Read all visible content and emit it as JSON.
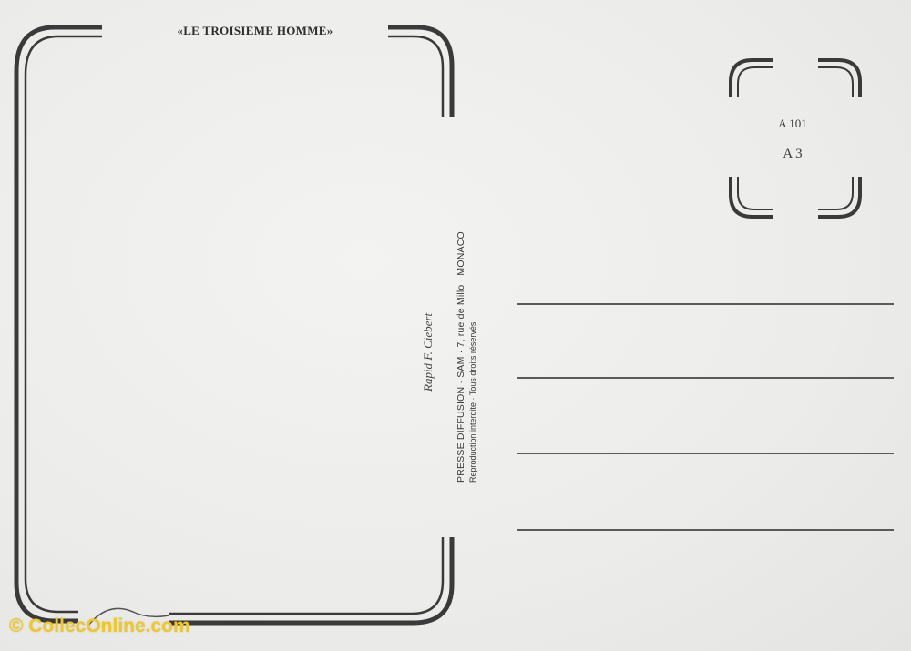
{
  "card": {
    "title": "«LE TROISIEME HOMME»",
    "credit_line1": "PRESSE DIFFUSION · SAM · 7, rue de Millo · MONACO",
    "credit_line2": "Reproduction interdite · Tous droits réservés",
    "signature": "Rapid F. Ciebert"
  },
  "stamp_box": {
    "code_line1": "A 101",
    "code_line2": "A 3"
  },
  "address": {
    "line_count": 4
  },
  "watermark": {
    "text": "© CollecOnline.com"
  },
  "colors": {
    "paper": "#eeeeec",
    "ink": "#3a3a3a",
    "watermark": "#f0c820"
  }
}
